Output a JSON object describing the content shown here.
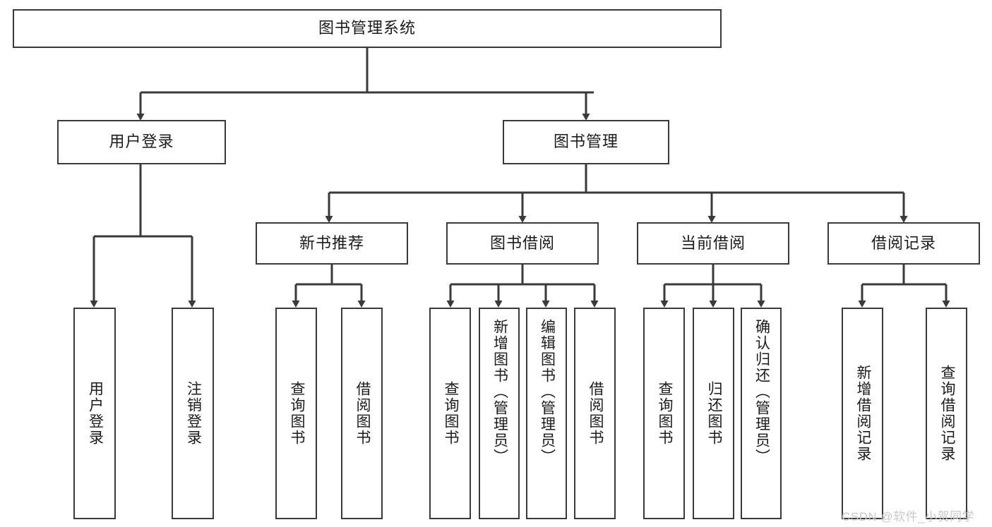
{
  "diagram": {
    "title": "图书管理系统",
    "type": "hierarchy-tree",
    "line_color": "#3a3a3a",
    "box_fill": "#ffffff",
    "text_color": "#1b1b1b",
    "root": {
      "label": "图书管理系统"
    },
    "level2": [
      {
        "label": "用户登录"
      },
      {
        "label": "图书管理"
      }
    ],
    "level3": [
      {
        "label": "新书推荐"
      },
      {
        "label": "图书借阅"
      },
      {
        "label": "当前借阅"
      },
      {
        "label": "借阅记录"
      }
    ],
    "leaves": {
      "user_login": [
        {
          "label": "用户登录"
        },
        {
          "label": "注销登录"
        }
      ],
      "new_book_recommend": [
        {
          "label": "查询图书"
        },
        {
          "label": "借阅图书"
        }
      ],
      "book_borrow": [
        {
          "label": "查询图书"
        },
        {
          "label": "新增图书（管理员）"
        },
        {
          "label": "编辑图书（管理员）"
        },
        {
          "label": "借阅图书"
        }
      ],
      "current_borrow": [
        {
          "label": "查询图书"
        },
        {
          "label": "归还图书"
        },
        {
          "label": "确认归还（管理员）"
        }
      ],
      "borrow_records": [
        {
          "label": "新增借阅记录"
        },
        {
          "label": "查询借阅记录"
        }
      ]
    }
  },
  "watermark": {
    "text": "CSDN @软件_小贺同学",
    "color": "#c9c9c9"
  }
}
